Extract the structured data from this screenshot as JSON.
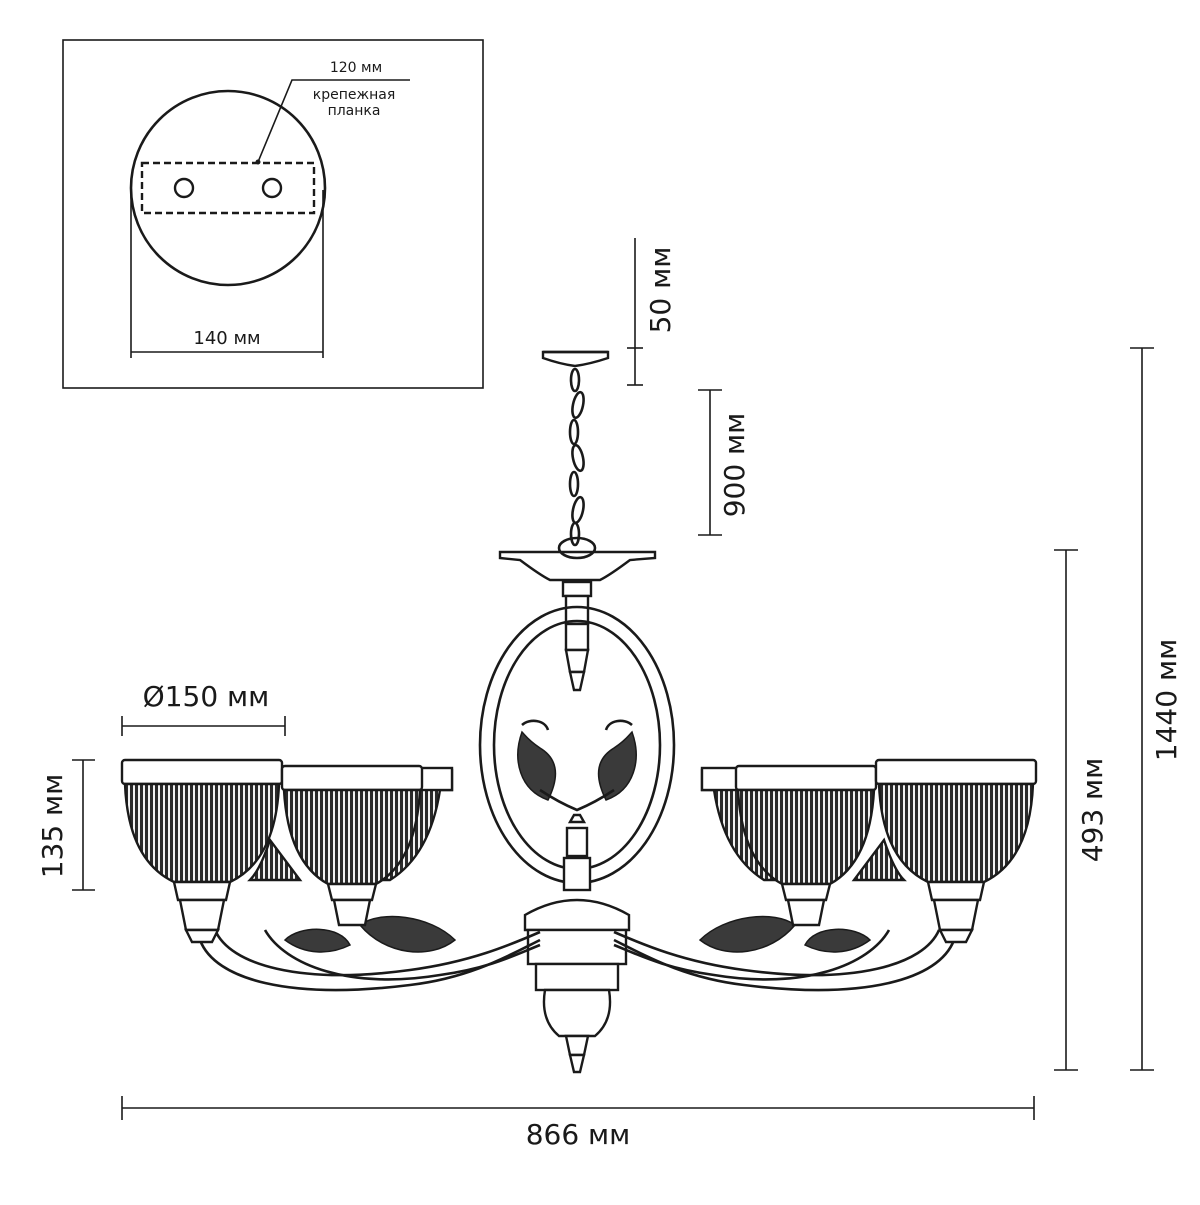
{
  "mount_plate": {
    "bracket_width": "120 мм",
    "bracket_label_line1": "крепежная",
    "bracket_label_line2": "планка",
    "diameter": "140 мм"
  },
  "dimensions": {
    "canopy_height": "50 мм",
    "chain_length": "900 мм",
    "shade_diameter": "Ø150 мм",
    "shade_height": "135 мм",
    "body_height": "493 мм",
    "total_height": "1440 мм",
    "total_width": "866 мм"
  }
}
